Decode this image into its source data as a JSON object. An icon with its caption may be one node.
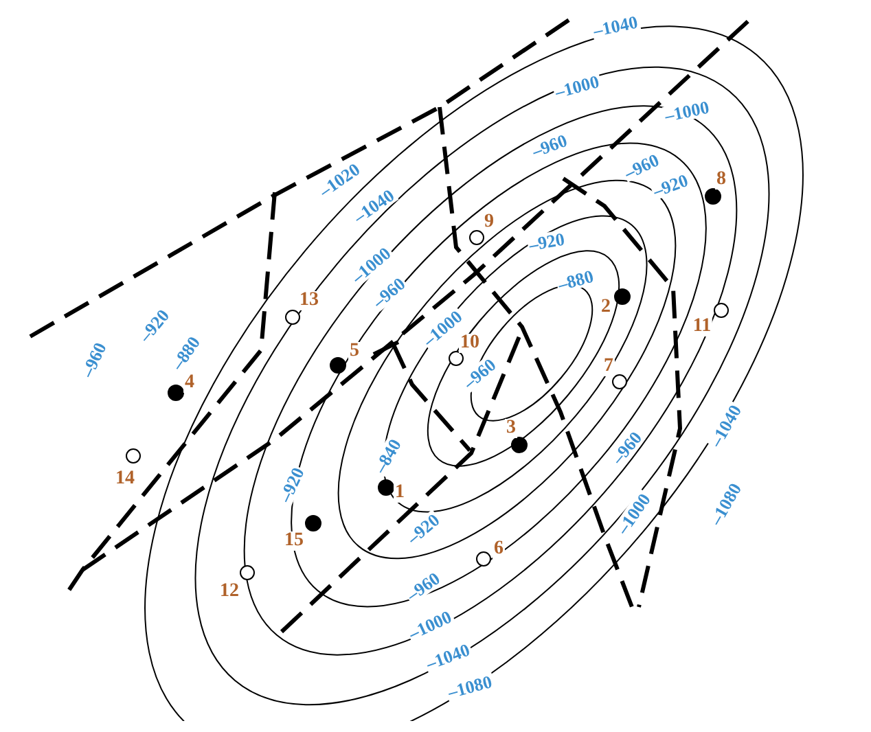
{
  "diagram": {
    "labels": [
      "–1040",
      "–1000",
      "–1000",
      "–960",
      "–960",
      "–920",
      "8",
      "–1020",
      "–1040",
      "9",
      "–920",
      "–1000",
      "–880",
      "–960",
      "13",
      "2",
      "–920",
      "11",
      "–1000",
      "10",
      "–960",
      "5",
      "–880",
      "–960",
      "4",
      "7",
      "–960",
      "3",
      "–1040",
      "–840",
      "14",
      "–920",
      "1",
      "–1000",
      "–1080",
      "–920",
      "15",
      "6",
      "12",
      "–960",
      "–1000",
      "–1040",
      "–1080"
    ]
  }
}
